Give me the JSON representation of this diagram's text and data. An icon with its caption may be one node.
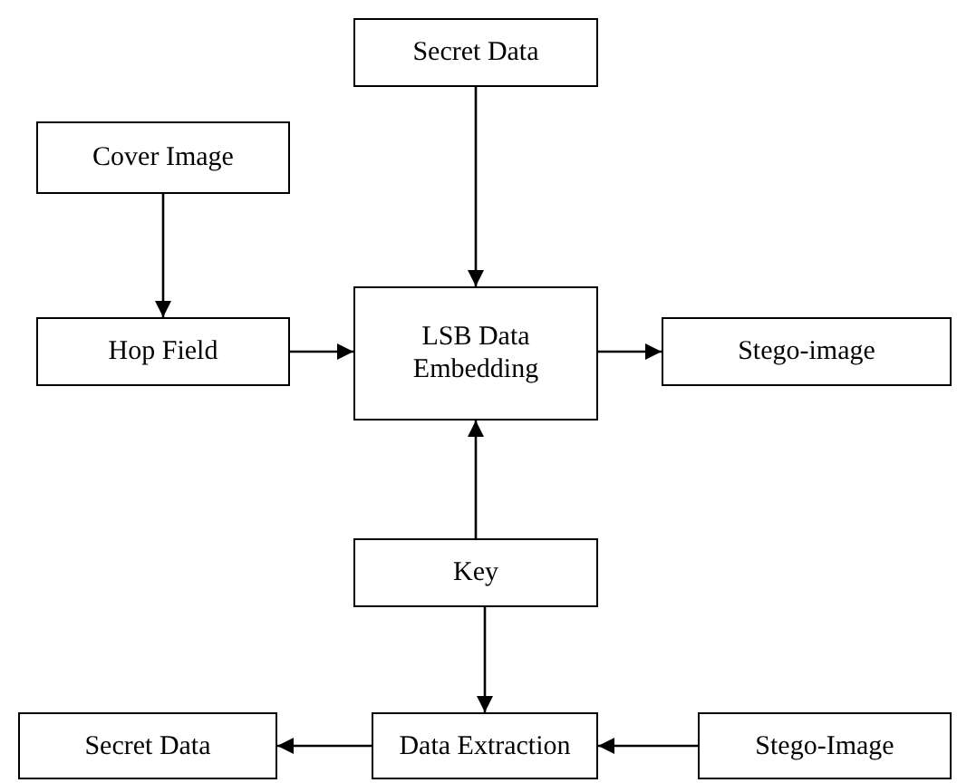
{
  "diagram": {
    "nodes": [
      {
        "text": [
          "Secret Data"
        ]
      },
      {
        "text": [
          "Cover Image"
        ]
      },
      {
        "text": [
          "Hop Field"
        ]
      },
      {
        "text": [
          "LSB Data Embedding"
        ]
      },
      {
        "text": [
          "Stego-image"
        ]
      },
      {
        "text": [
          "Key"
        ]
      },
      {
        "text": [
          "Secret Data"
        ]
      },
      {
        "text": [
          "Data Extraction"
        ]
      },
      {
        "text": [
          "Stego-Image"
        ]
      }
    ],
    "edges": [
      {
        "from": 0,
        "to": 3,
        "arrow": "to"
      },
      {
        "from": 1,
        "to": 2,
        "arrow": "to"
      },
      {
        "from": 2,
        "to": 3,
        "arrow": "to"
      },
      {
        "from": 3,
        "to": 4,
        "arrow": "to"
      },
      {
        "from": 5,
        "to": 3,
        "arrow": "to"
      },
      {
        "from": 5,
        "to": 7,
        "arrow": "to"
      },
      {
        "from": 8,
        "to": 7,
        "arrow": "to"
      },
      {
        "from": 7,
        "to": 6,
        "arrow": "to"
      }
    ]
  }
}
